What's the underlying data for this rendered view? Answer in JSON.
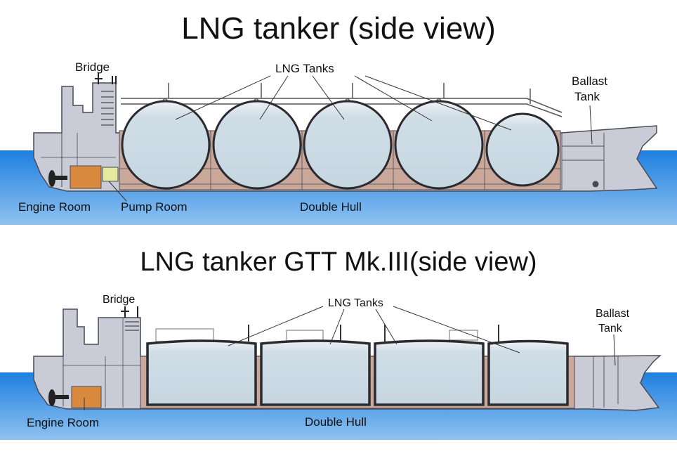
{
  "diagram1": {
    "title": "LNG tanker (side view)",
    "labels": {
      "bridge": "Bridge",
      "lng_tanks": "LNG Tanks",
      "ballast_tank_line1": "Ballast",
      "ballast_tank_line2": "Tank",
      "engine_room": "Engine Room",
      "pump_room": "Pump Room",
      "double_hull": "Double Hull"
    }
  },
  "diagram2": {
    "title": "LNG tanker GTT Mk.III(side view)",
    "labels": {
      "bridge": "Bridge",
      "lng_tanks": "LNG Tanks",
      "ballast_tank_line1": "Ballast",
      "ballast_tank_line2": "Tank",
      "engine_room": "Engine Room",
      "double_hull": "Double Hull"
    }
  },
  "colors": {
    "water": "#2f8ae0",
    "hull": "#c9ccd6",
    "hull_outline": "#4a4a55",
    "tank_fill": "#cfdde6",
    "double_hull": "#c9a89a",
    "engine_room": "#d98a3e",
    "pump_room": "#e5eaa0"
  }
}
